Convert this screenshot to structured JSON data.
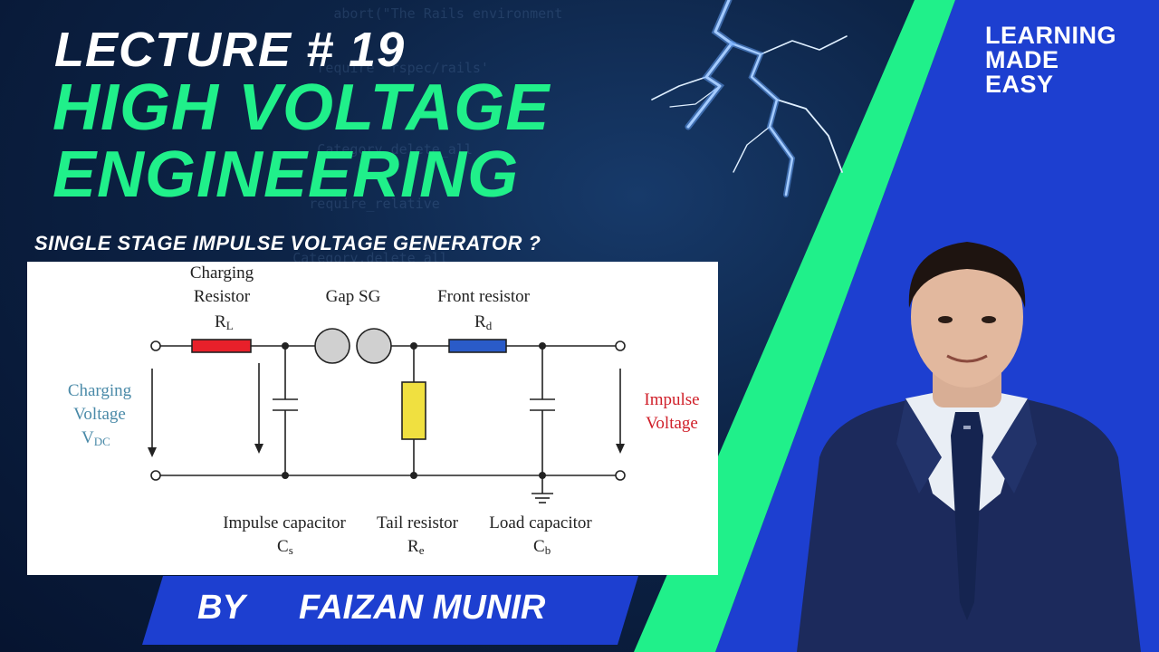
{
  "header": {
    "lecture": "LECTURE # 19",
    "title_line1": "HIGH VOLTAGE",
    "title_line2": "ENGINEERING",
    "subtitle": "SINGLE STAGE IMPULSE VOLTAGE GENERATOR ?"
  },
  "tagline": {
    "line1": "LEARNING",
    "line2": "MADE",
    "line3": "EASY"
  },
  "footer": {
    "by": "BY",
    "name": "FAIZAN MUNIR"
  },
  "diagram": {
    "charging_resistor_line1": "Charging",
    "charging_resistor_line2": "Resistor",
    "charging_resistor_symbol": "R",
    "charging_resistor_sub": "L",
    "gap_label": "Gap SG",
    "front_resistor_label": "Front resistor",
    "front_resistor_symbol": "R",
    "front_resistor_sub": "d",
    "charging_voltage_line1": "Charging",
    "charging_voltage_line2": "Voltage",
    "charging_voltage_symbol": "V",
    "charging_voltage_sub": "DC",
    "impulse_voltage_line1": "Impulse",
    "impulse_voltage_line2": "Voltage",
    "impulse_capacitor_label": "Impulse capacitor",
    "impulse_capacitor_symbol": "C",
    "impulse_capacitor_sub": "s",
    "tail_resistor_label": "Tail resistor",
    "tail_resistor_symbol": "R",
    "tail_resistor_sub": "e",
    "load_capacitor_label": "Load capacitor",
    "load_capacitor_symbol": "C",
    "load_capacitor_sub": "b"
  },
  "colors": {
    "accent_green": "#20f08a",
    "banner_blue": "#1d3fd0",
    "charging_resistor": "#e8202a",
    "front_resistor": "#2a5bc8",
    "tail_resistor": "#f0e040",
    "input_label": "#4a8aa8",
    "output_label": "#d0202a"
  }
}
